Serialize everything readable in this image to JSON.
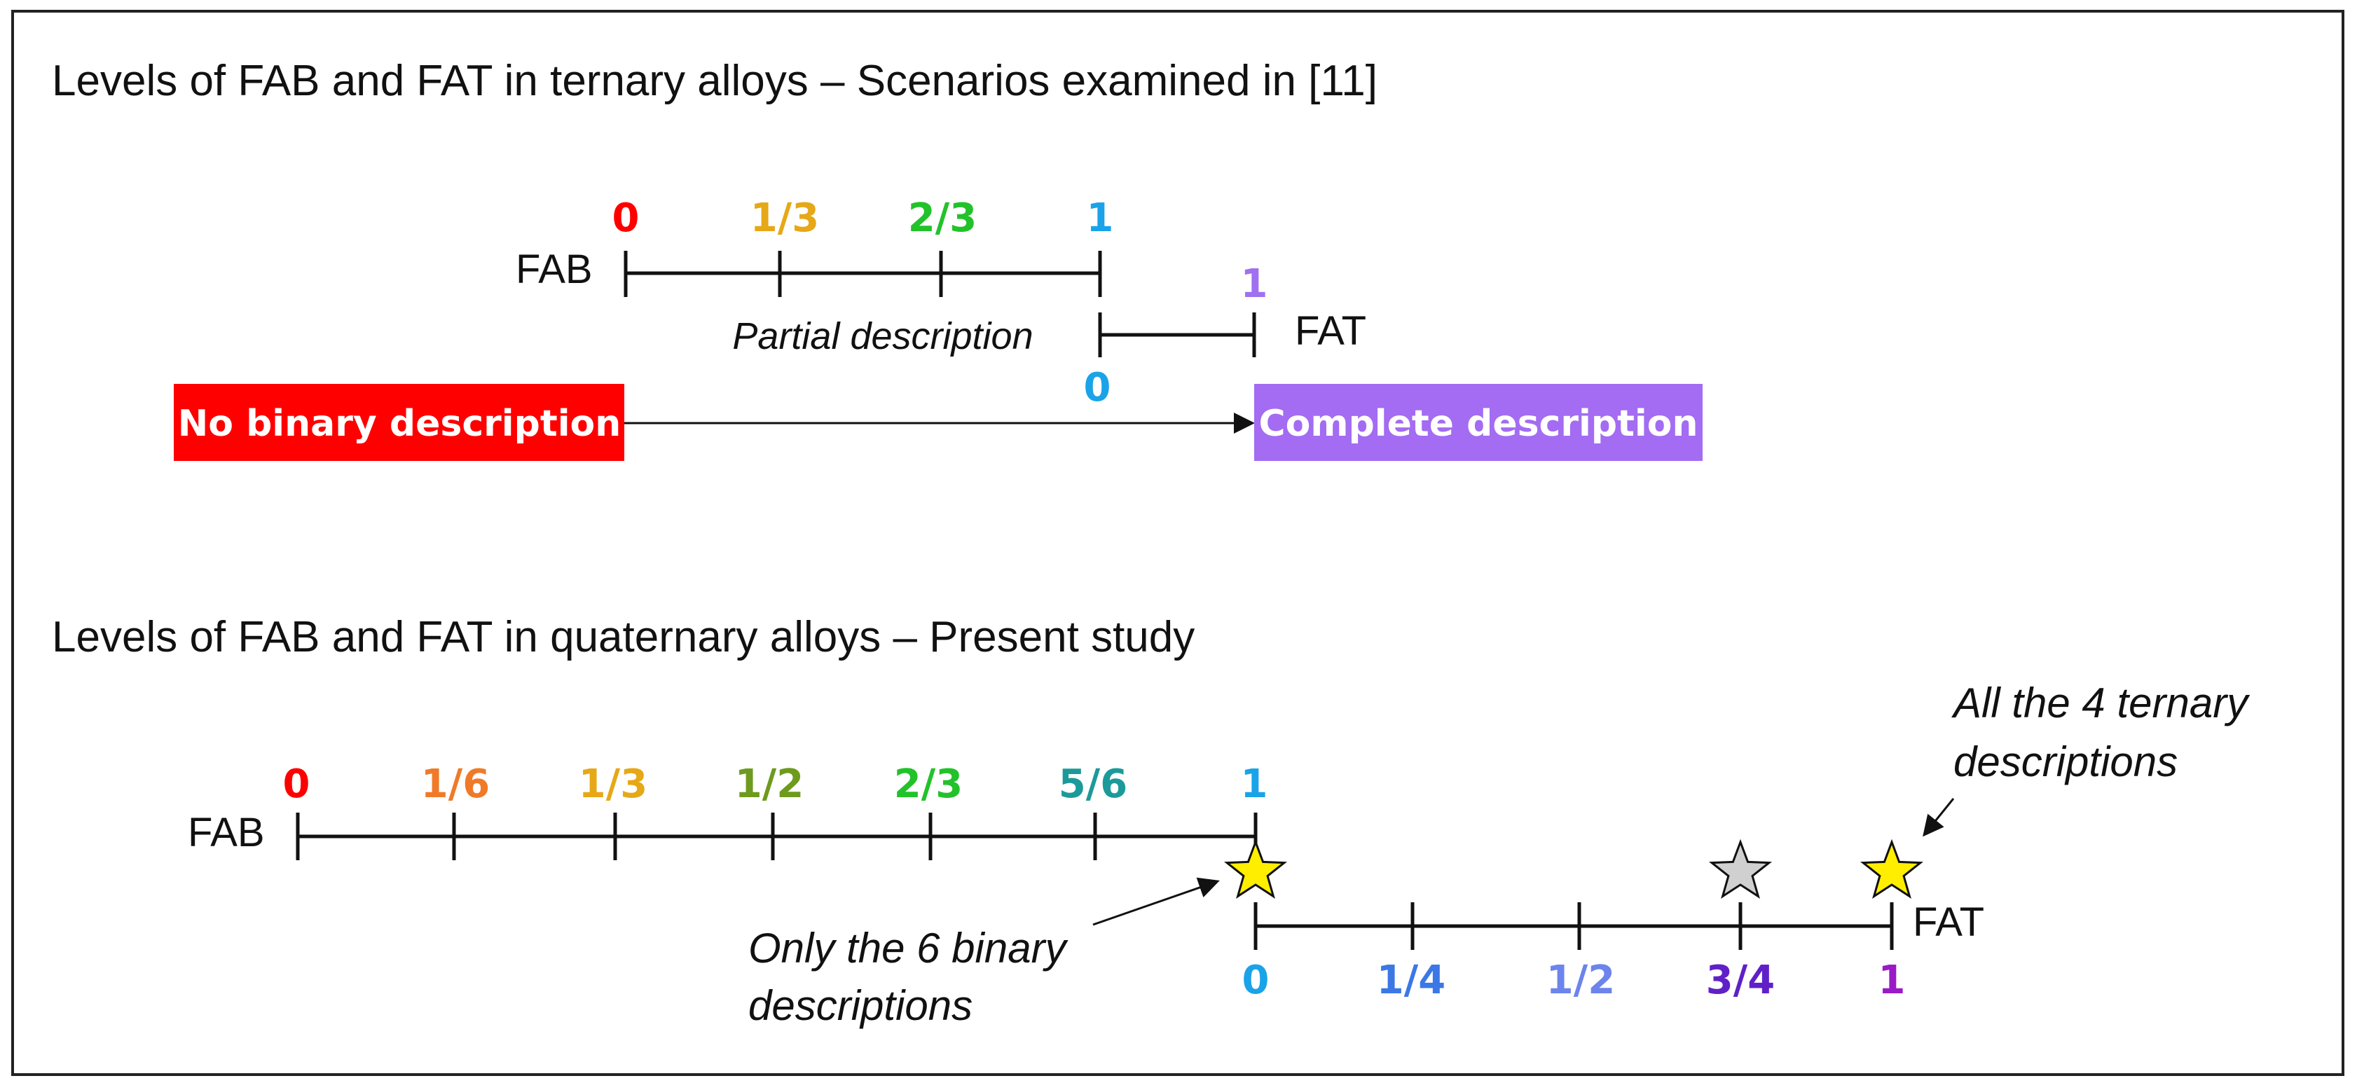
{
  "top": {
    "title": "Levels of FAB and FAT in ternary alloys – Scenarios examined in [11]",
    "fab_label": "FAB",
    "fat_label": "FAT",
    "fab_ticks": [
      {
        "label": "0",
        "color": "#ff0000"
      },
      {
        "label": "1/3",
        "color": "#e6a817"
      },
      {
        "label": "2/3",
        "color": "#22c22a"
      },
      {
        "label": "1",
        "color": "#1aa3e8"
      }
    ],
    "fat_ticks": [
      {
        "label": "0",
        "color": "#1aa3e8"
      },
      {
        "label": "1",
        "color": "#a070f0"
      }
    ],
    "partial_label": "Partial description",
    "no_binary": {
      "label": "No binary description",
      "color": "#ff0000"
    },
    "complete": {
      "label": "Complete description",
      "color": "#a36cf2"
    }
  },
  "bottom": {
    "title": "Levels of FAB and FAT in quaternary alloys – Present study",
    "fab_label": "FAB",
    "fat_label": "FAT",
    "fab_ticks": [
      {
        "label": "0",
        "color": "#ff0000"
      },
      {
        "label": "1/6",
        "color": "#f07a28"
      },
      {
        "label": "1/3",
        "color": "#e6a817"
      },
      {
        "label": "1/2",
        "color": "#6e9a1e"
      },
      {
        "label": "2/3",
        "color": "#22c22a"
      },
      {
        "label": "5/6",
        "color": "#1c9a9a"
      },
      {
        "label": "1",
        "color": "#1aa3e8"
      }
    ],
    "fat_ticks": [
      {
        "label": "0",
        "color": "#1aa3e8"
      },
      {
        "label": "1/4",
        "color": "#3b78e6"
      },
      {
        "label": "1/2",
        "color": "#6c84ec"
      },
      {
        "label": "3/4",
        "color": "#6020c8"
      },
      {
        "label": "1",
        "color": "#9a1ac8"
      }
    ],
    "annotation_binary": [
      "Only the 6 binary",
      "descriptions"
    ],
    "annotation_ternary": [
      "All the 4 ternary",
      "descriptions"
    ],
    "star_colors": {
      "yellow": "#ffee00",
      "grey": "#d0d0d0"
    }
  }
}
